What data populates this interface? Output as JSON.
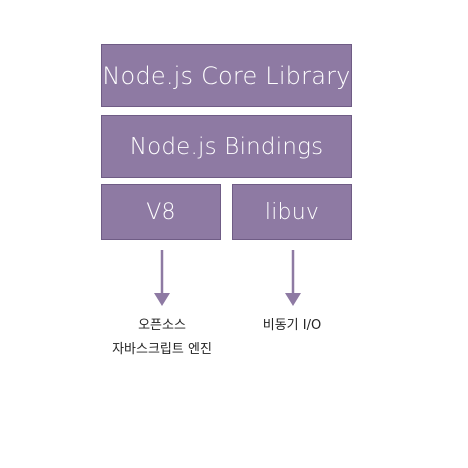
{
  "diagram": {
    "blocks": {
      "core_library": "Node.js Core Library",
      "bindings": "Node.js Bindings",
      "v8": "V8",
      "libuv": "libuv"
    },
    "captions": {
      "v8_line1": "오픈소스",
      "v8_line2": "자바스크립트 엔진",
      "libuv": "비동기 I/O"
    },
    "colors": {
      "block_fill": "#8e7aa3",
      "block_border": "#6f5c85",
      "block_text": "#ffffff",
      "arrow": "#8e7aa3"
    }
  }
}
